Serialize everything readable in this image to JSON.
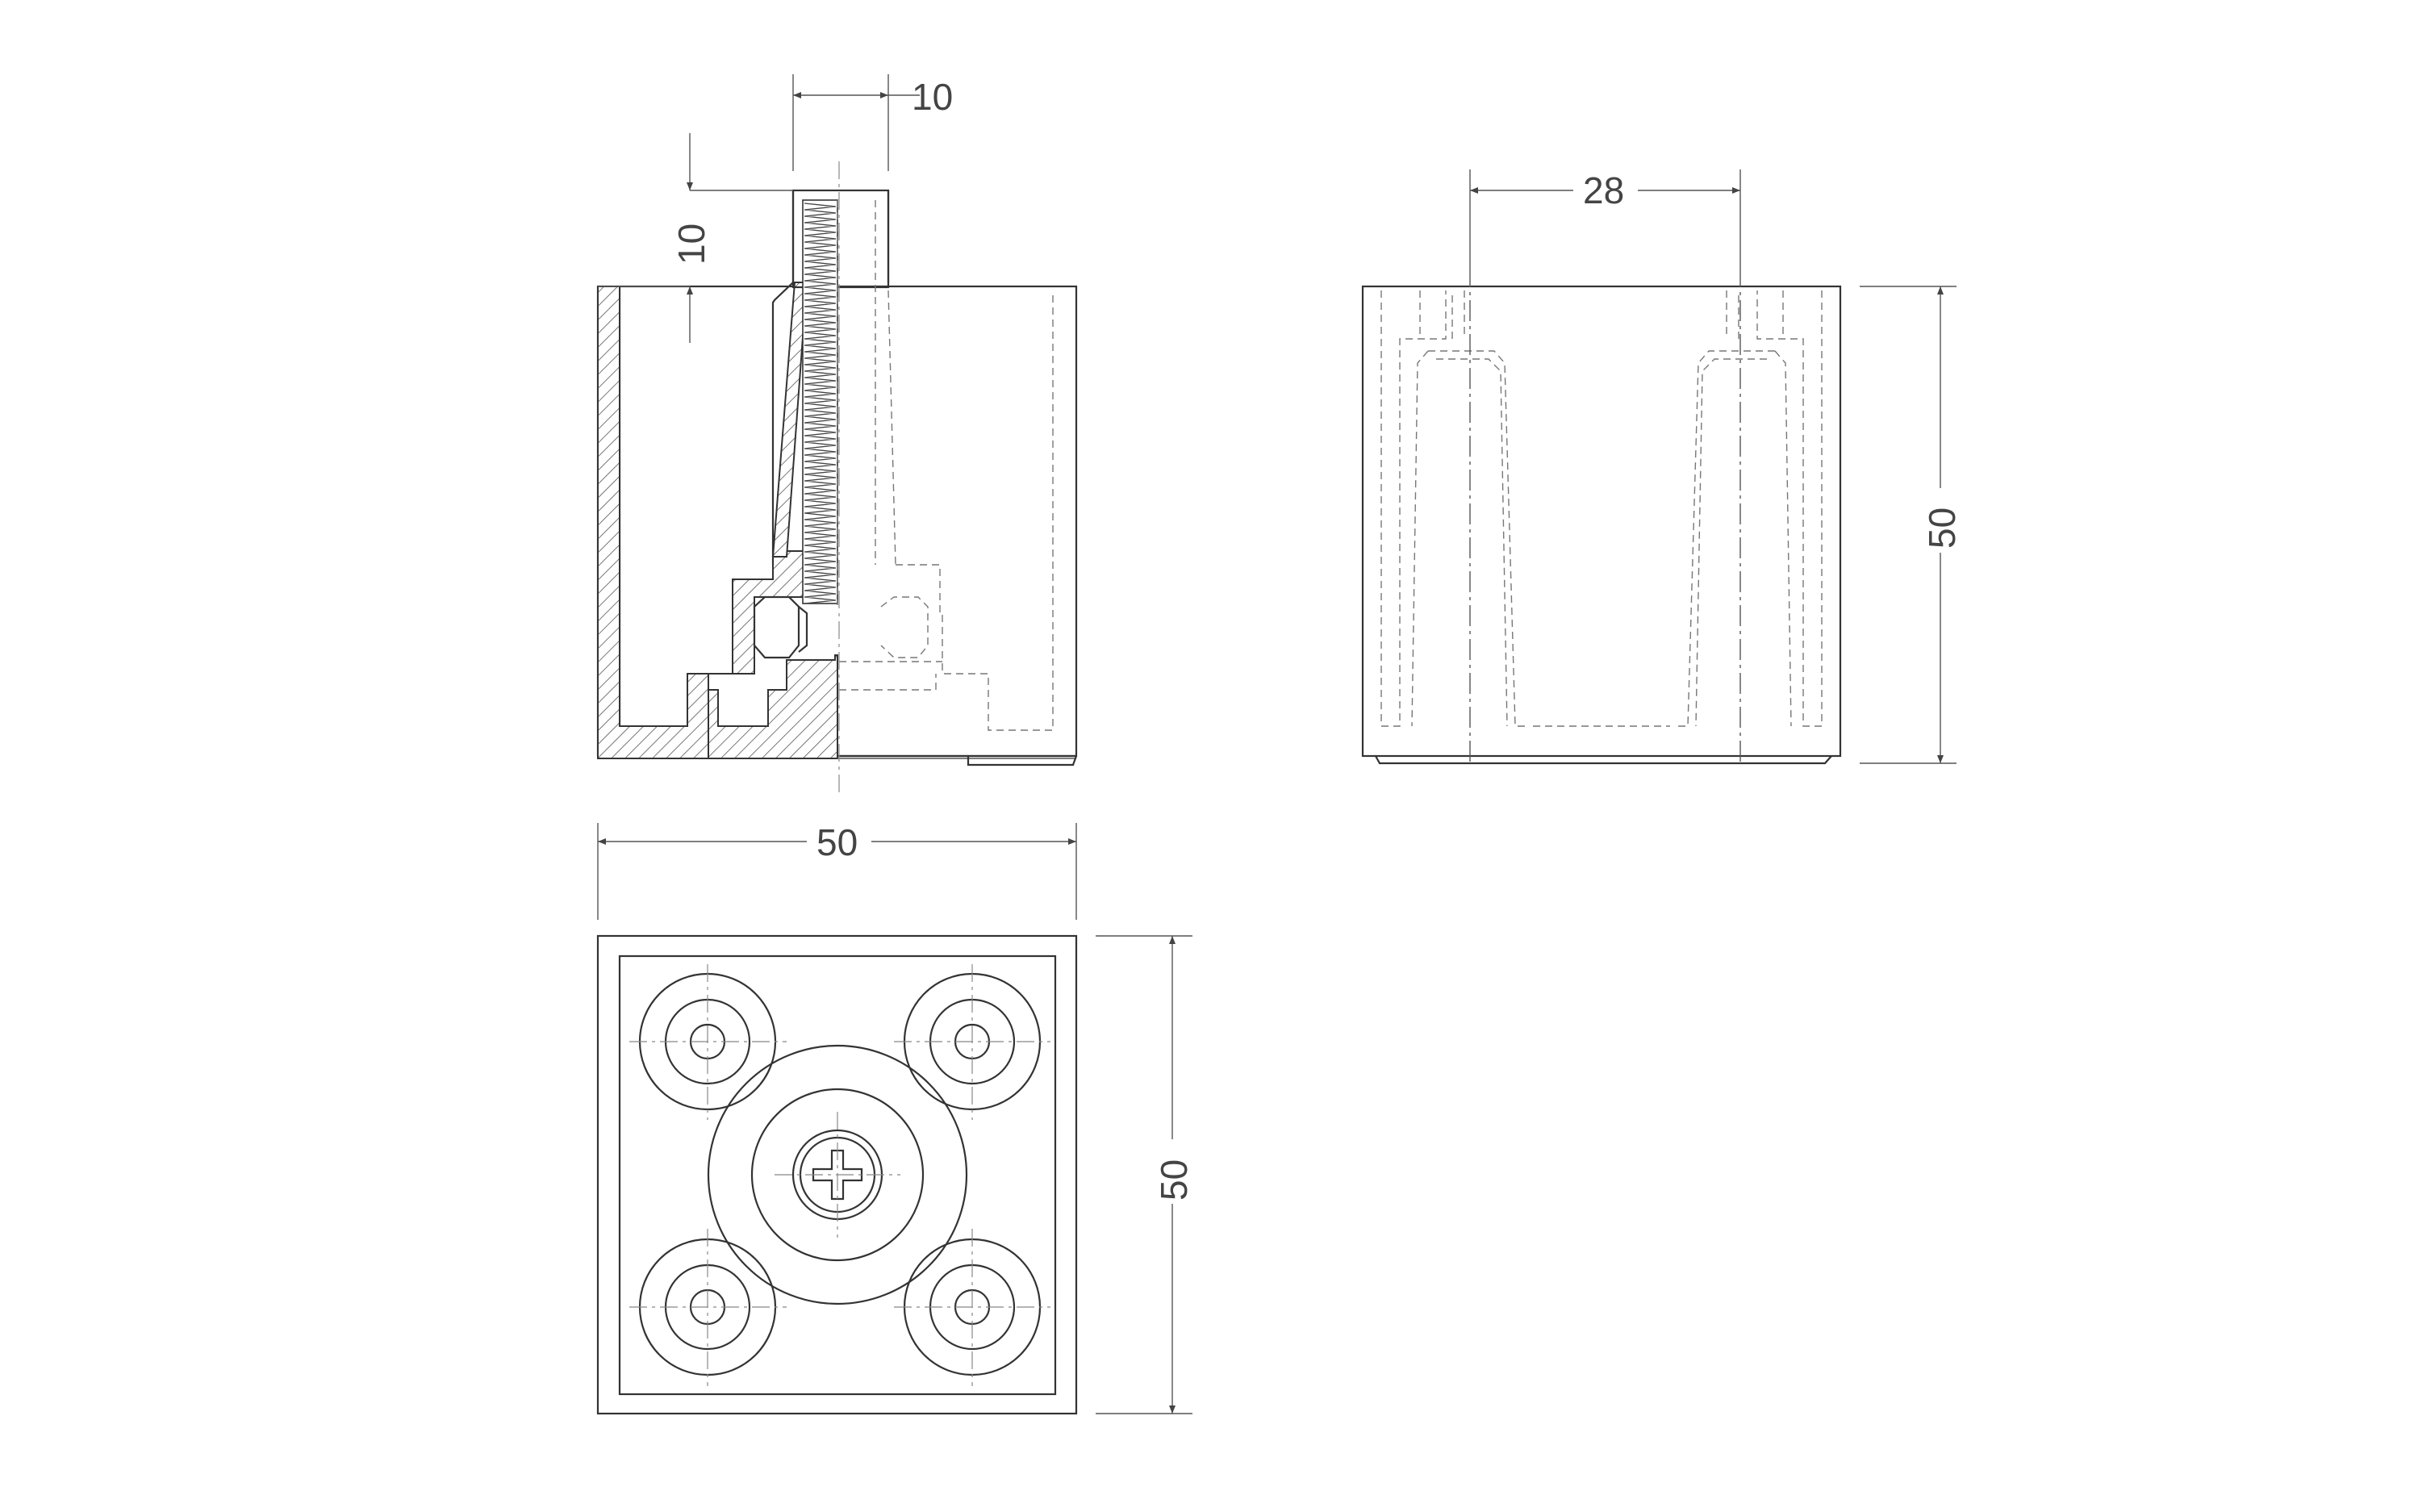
{
  "dimensions": {
    "thread_width": "10",
    "thread_height": "10",
    "hole_spacing": "28",
    "side_height": "50",
    "front_width": "50",
    "bottom_height": "50"
  },
  "colors": {
    "line": "#333333",
    "dimension": "#555555",
    "hidden": "#777777",
    "background": "#ffffff"
  }
}
